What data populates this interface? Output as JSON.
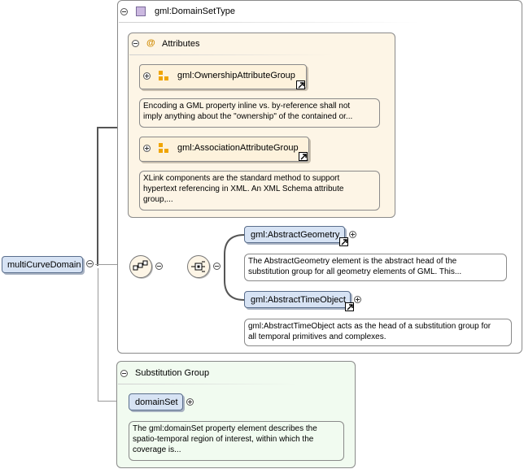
{
  "type_panel": {
    "title": "gml:DomainSetType"
  },
  "attributes": {
    "title": "Attributes",
    "icon": "@",
    "groups": [
      {
        "name": "gml:OwnershipAttributeGroup",
        "doc": [
          "Encoding a GML property inline vs. by-reference shall not",
          "imply anything about the \"ownership\" of the contained or..."
        ]
      },
      {
        "name": "gml:AssociationAttributeGroup",
        "doc": [
          "XLink components are the standard method to support",
          "hypertext referencing in XML. An XML Schema attribute",
          "group,..."
        ]
      }
    ]
  },
  "root_element": {
    "name": "multiCurveDomain"
  },
  "choice": {
    "elements": [
      {
        "name": "gml:AbstractGeometry",
        "doc": [
          "The AbstractGeometry element is the abstract head of the",
          "substitution group for all geometry elements of GML. This..."
        ]
      },
      {
        "name": "gml:AbstractTimeObject",
        "doc": [
          "gml:AbstractTimeObject acts as the head of a substitution group for",
          "all temporal primitives and complexes."
        ]
      }
    ]
  },
  "substitution": {
    "title": "Substitution Group",
    "element": {
      "name": "domainSet",
      "doc": [
        "The gml:domainSet property element describes the",
        "spatio-temporal region of interest, within which the",
        "coverage is..."
      ]
    }
  },
  "colors": {
    "element_fill": "#d7e3f4",
    "attribute_panel": "#fdf5e6",
    "substitution_panel": "#f1fbf0",
    "group_icon": "#f0a500"
  }
}
